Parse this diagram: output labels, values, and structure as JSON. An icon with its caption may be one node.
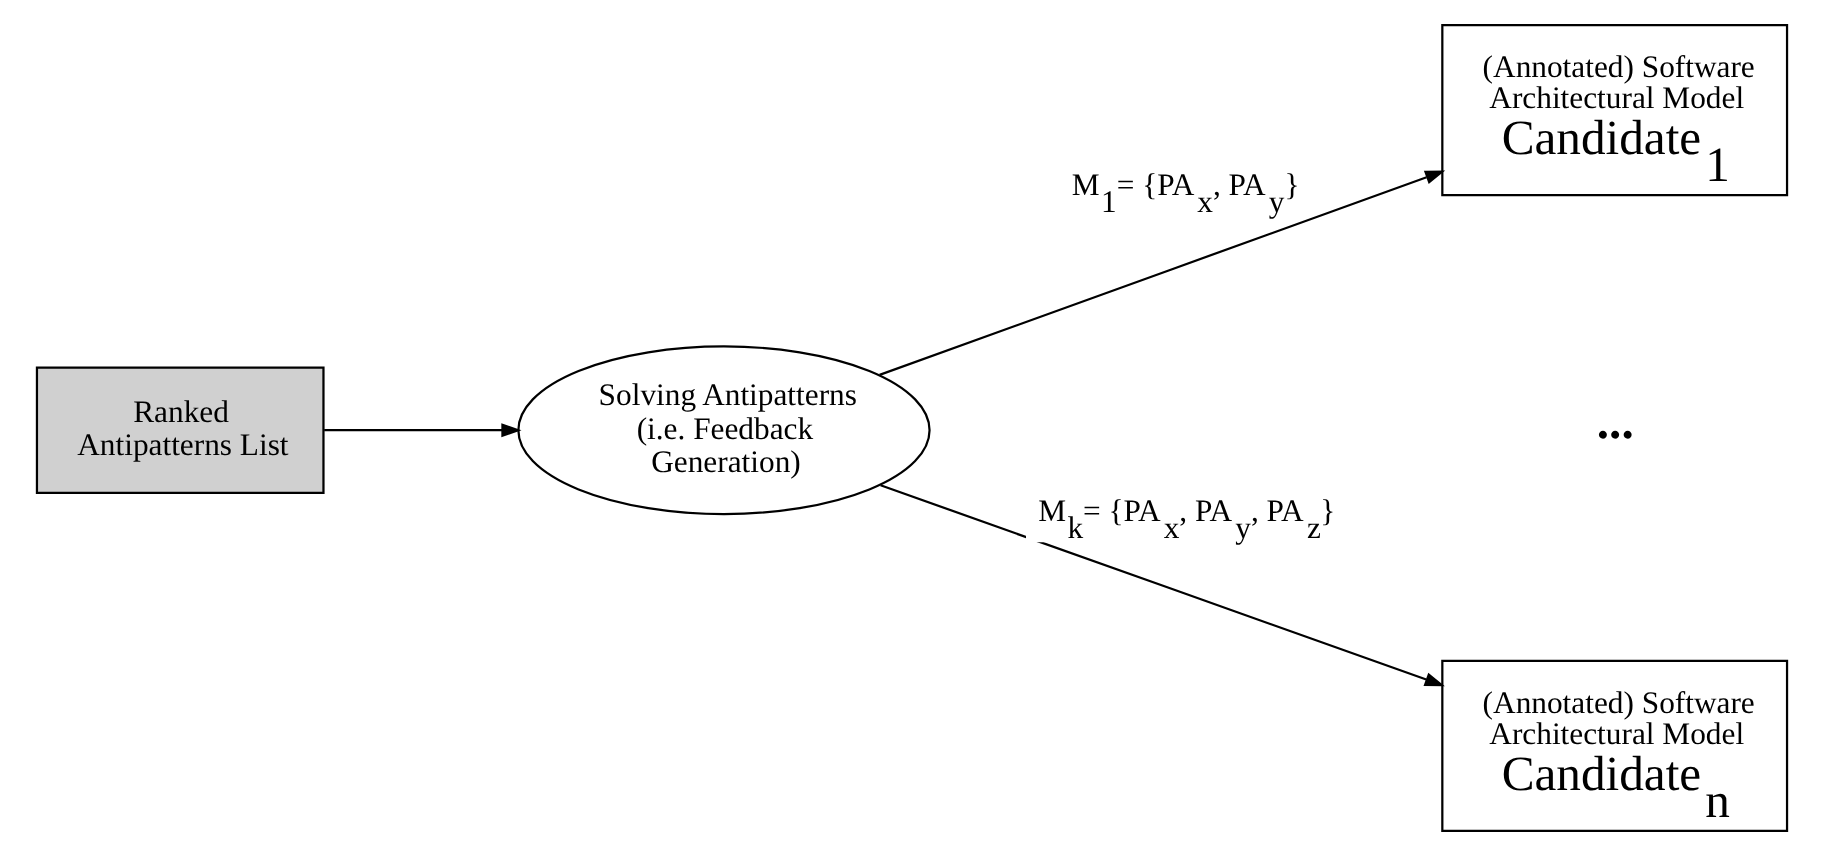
{
  "diagram": {
    "nodes": [
      {
        "text": [
          "Ranked Antipatterns List"
        ]
      },
      {
        "text": [
          "Solving Antipatterns (i.e. Feedback Generation)"
        ]
      },
      {
        "text": [
          "(Annotated) Software Architectural Model",
          "Candidate$_{1}$"
        ]
      },
      {
        "text": [
          "(Annotated) Software Architectural Model",
          "Candidate$_{n}$"
        ]
      }
    ],
    "edges": [
      {
        "from": 0,
        "to": 1,
        "arrow": "to"
      },
      {
        "from": 1,
        "to": 2,
        "arrow": "to",
        "label": "M$_{1}$= {PA$_{x}$, PA$_{y}$}"
      },
      {
        "from": 1,
        "to": 3,
        "arrow": "to",
        "label": "M$_{k}$= {PA$_{x}$, PA$_{y}$, PA$_{z}$}"
      }
    ],
    "labels": [
      "..."
    ]
  }
}
